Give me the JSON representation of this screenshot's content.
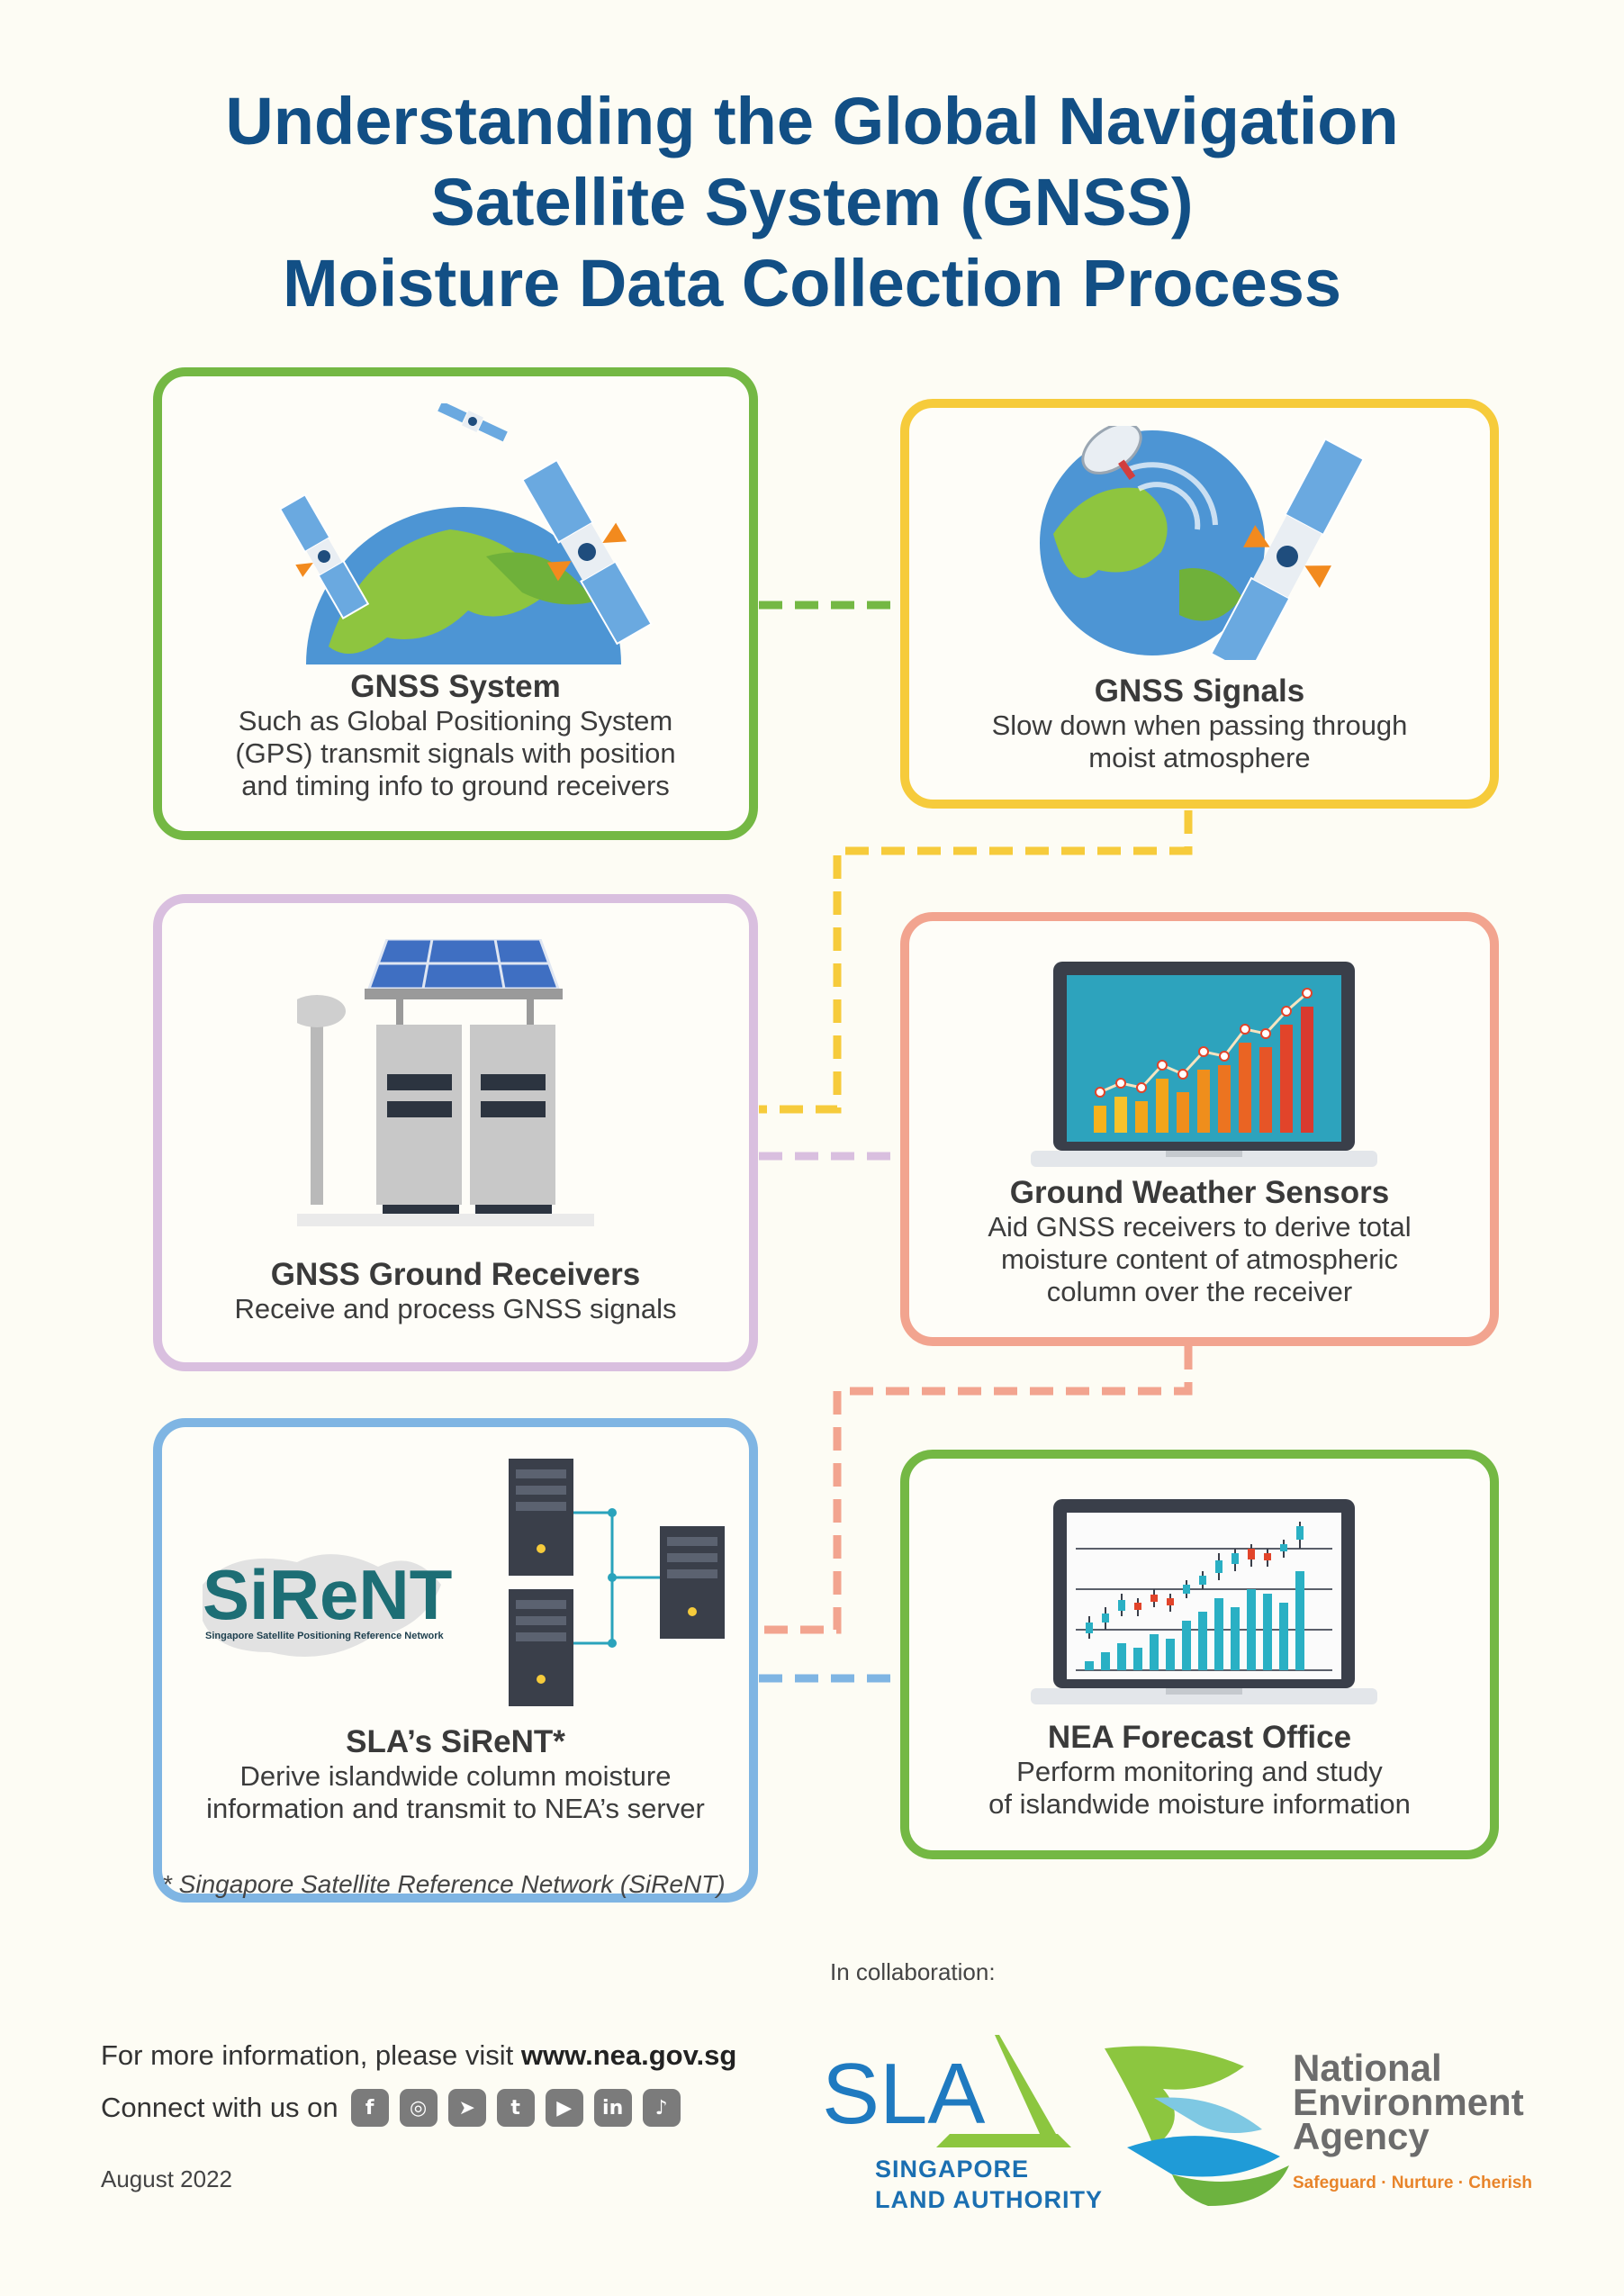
{
  "title": {
    "line1": "Understanding the Global Navigation",
    "line2": "Satellite System (GNSS)",
    "line3": "Moisture Data Collection Process"
  },
  "colors": {
    "title": "#124f85",
    "green": "#74b844",
    "yellow": "#f6cb3b",
    "purple": "#d9bfdf",
    "salmon": "#f2a48f",
    "blue": "#7fb5e3"
  },
  "steps": [
    {
      "heading": "GNSS System",
      "lines": [
        "Such as Global Positioning System",
        "(GPS) transmit signals with position",
        "and timing info to ground receivers"
      ],
      "icon": "satellites-globe-icon"
    },
    {
      "heading": "GNSS Signals",
      "lines": [
        "Slow down when passing through",
        "moist atmosphere"
      ],
      "icon": "globe-satellite-dish-icon"
    },
    {
      "heading": "GNSS Ground Receivers",
      "lines": [
        "Receive and process GNSS signals"
      ],
      "icon": "ground-receiver-solar-icon"
    },
    {
      "heading": "Ground Weather Sensors",
      "lines": [
        "Aid GNSS receivers to derive total",
        "moisture content of atmospheric",
        "column over the receiver"
      ],
      "icon": "laptop-bar-chart-icon"
    },
    {
      "heading": "SLA’s SiReNT*",
      "lines": [
        "Derive islandwide column moisture",
        "information and transmit to NEA’s server"
      ],
      "icon": "servers-network-icon"
    },
    {
      "heading": "NEA Forecast Office",
      "lines": [
        "Perform monitoring and study",
        "of islandwide moisture information"
      ],
      "icon": "laptop-candlestick-chart-icon"
    }
  ],
  "sirent": {
    "logo_text": "SiReNT",
    "logo_subtitle": "Singapore Satellite Positioning Reference Network"
  },
  "footnote": "* Singapore Satellite Reference Network (SiReNT)",
  "footer": {
    "collab": "In collaboration:",
    "info_prefix": "For more information, please visit ",
    "info_url": "www.nea.gov.sg",
    "connect": "Connect with us on",
    "social": [
      "f",
      "◎",
      "➤",
      "t",
      "▶",
      "in",
      "♪"
    ],
    "date": "August 2022"
  },
  "sla": {
    "mark": "SLA",
    "line1": "SINGAPORE",
    "line2": "LAND AUTHORITY"
  },
  "nea": {
    "line1": "National",
    "line2": "Environment",
    "line3": "Agency",
    "tagline": "Safeguard · Nurture · Cherish"
  }
}
